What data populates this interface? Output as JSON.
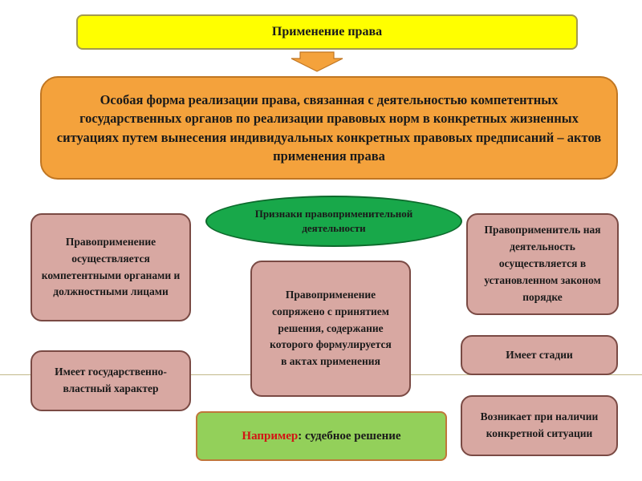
{
  "title": "Применение права",
  "definition": "Особая форма реализации права, связанная с деятельностью компетентных государственных органов по реализации правовых норм в конкретных жизненных ситуациях путем вынесения индивидуальных конкретных правовых предписаний – актов применения права",
  "signs_heading": "Признаки правоприменительной деятельности",
  "left_top": "Правоприменение осуществляется компетентными органами и должностными лицами",
  "left_bottom": "Имеет государственно-властный характер",
  "center": "Правоприменение сопряжено с принятием решения, содержание которого формулируется в актах применения",
  "right_top": "Правоприменитель ная деятельность осуществляется в установленном законом порядке",
  "right_middle": "Имеет стадии",
  "right_bottom": "Возникает при наличии конкретной ситуации",
  "example": {
    "label": "Например",
    "text": ": судебное решение"
  },
  "colors": {
    "title_fill": "#ffff00",
    "definition_fill": "#f4a23c",
    "arrow_fill": "#f4a23c",
    "sign_box_fill": "#d8a8a2",
    "ellipse_fill": "#18a84a",
    "example_fill": "#93d05a",
    "example_accent": "#d21414"
  }
}
